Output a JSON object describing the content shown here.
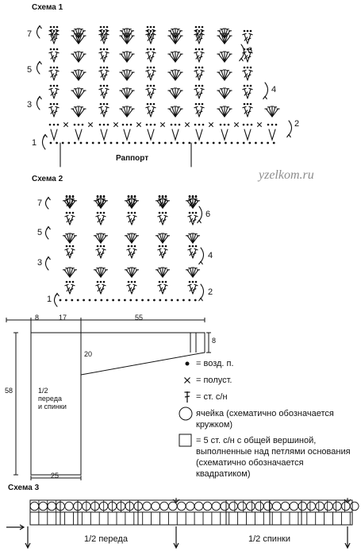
{
  "schema1": {
    "title": "Схема 1",
    "rows_left": [
      "7",
      "5",
      "3",
      "1"
    ],
    "rows_right": [
      "6",
      "4",
      "2"
    ],
    "repeat_label": "Раппорт"
  },
  "schema2": {
    "title": "Схема 2",
    "rows_left": [
      "7",
      "5",
      "3",
      "1"
    ],
    "rows_right": [
      "6",
      "4",
      "2"
    ]
  },
  "watermark": "yzelkom.ru",
  "pattern": {
    "dims": {
      "top_a": "8",
      "top_b": "17",
      "top_c": "55",
      "right_h": "8",
      "inner_h": "20",
      "left_h": "58",
      "bottom_w": "25"
    },
    "label_line1": "1/2",
    "label_line2": "переда",
    "label_line3": "и спинки"
  },
  "legend": [
    {
      "symbol": "dot-icon",
      "text": "= возд. п."
    },
    {
      "symbol": "cross-icon",
      "text": "= полуст."
    },
    {
      "symbol": "dagger-icon",
      "text": "= ст. с/н"
    },
    {
      "symbol": "circle-icon",
      "text": "ячейка (схематично обозначается кружком)"
    },
    {
      "symbol": "square-icon",
      "text": "= 5 ст. с/н с общей вершиной, выполненные над петлями основания (схематично обозначается квадратиком)"
    }
  ],
  "schema3": {
    "title": "Схема 3",
    "label_front": "1/2 переда",
    "label_back": "1/2 спинки"
  }
}
